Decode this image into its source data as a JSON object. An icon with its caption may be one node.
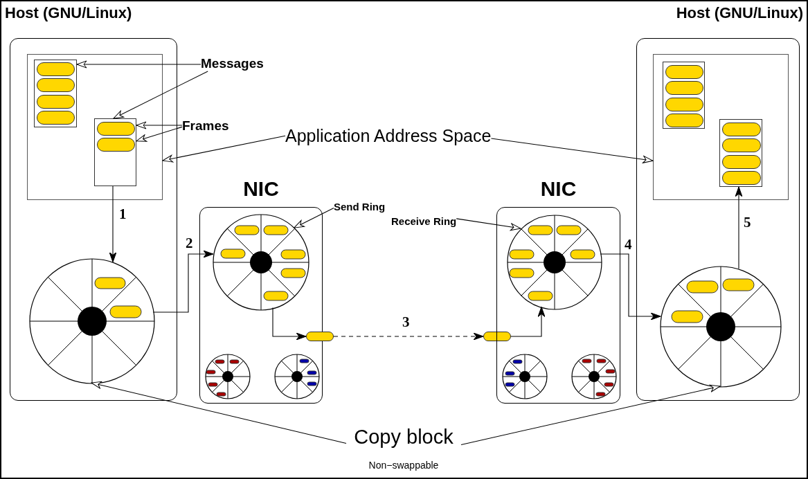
{
  "diagram": {
    "nodes": [
      {
        "text": [
          "Host (GNU/Linux)"
        ]
      },
      {
        "text": [],
        "shape": "box",
        "in": 0
      },
      {
        "text": [],
        "shape": "box",
        "in": 1
      },
      {
        "text": [],
        "shape": "box",
        "in": 1
      },
      {
        "text": [],
        "shape": "circle",
        "in": 0
      },
      {
        "text": [
          "NIC"
        ]
      },
      {
        "text": [],
        "shape": "circle",
        "in": 5
      },
      {
        "text": [],
        "shape": "circle",
        "in": 5
      },
      {
        "text": [],
        "shape": "circle",
        "in": 5
      },
      {
        "text": [],
        "shape": "box"
      },
      {
        "text": [],
        "shape": "box"
      },
      {
        "text": [
          "NIC"
        ]
      },
      {
        "text": [],
        "shape": "circle",
        "in": 11
      },
      {
        "text": [],
        "shape": "circle",
        "in": 11
      },
      {
        "text": [],
        "shape": "circle",
        "in": 11
      },
      {
        "text": [
          "Host (GNU/Linux)"
        ]
      },
      {
        "text": [],
        "shape": "box",
        "in": 15
      },
      {
        "text": [],
        "shape": "box",
        "in": 16
      },
      {
        "text": [],
        "shape": "box",
        "in": 16
      },
      {
        "text": [],
        "shape": "circle",
        "in": 15
      },
      {
        "text": [
          "Messages"
        ]
      },
      {
        "text": [
          "Frames"
        ]
      },
      {
        "text": [
          "Application Address Space"
        ]
      },
      {
        "text": [
          "Send Ring"
        ]
      },
      {
        "text": [
          "Receive Ring"
        ]
      },
      {
        "text": [
          "Copy block"
        ],
        "beside": [
          "Non−swappable"
        ]
      }
    ],
    "edges": [
      {
        "from": 20,
        "to": 2,
        "arrow": "to"
      },
      {
        "from": 20,
        "to": 3,
        "arrow": "to"
      },
      {
        "from": 21,
        "to": 3,
        "arrow": "to"
      },
      {
        "from": 21,
        "to": 3,
        "arrow": "to"
      },
      {
        "from": 22,
        "to": 1,
        "arrow": "to"
      },
      {
        "from": 22,
        "to": 16,
        "arrow": "to"
      },
      {
        "from": 23,
        "to": 6,
        "arrow": "to"
      },
      {
        "from": 24,
        "to": 12,
        "arrow": "to"
      },
      {
        "from": 25,
        "to": 4,
        "arrow": "to"
      },
      {
        "from": 25,
        "to": 19,
        "arrow": "to"
      },
      {
        "from": 3,
        "to": 4,
        "arrow": "to",
        "label": "1"
      },
      {
        "from": 4,
        "to": 6,
        "arrow": "to",
        "label": "2"
      },
      {
        "from": 6,
        "to": 9,
        "arrow": "to"
      },
      {
        "from": 9,
        "to": 10,
        "arrow": "to",
        "label": "3",
        "style": "dashed"
      },
      {
        "from": 10,
        "to": 12,
        "arrow": "to"
      },
      {
        "from": 12,
        "to": 19,
        "arrow": "to",
        "label": "4"
      },
      {
        "from": 19,
        "to": 18,
        "arrow": "to",
        "label": "5"
      }
    ]
  }
}
